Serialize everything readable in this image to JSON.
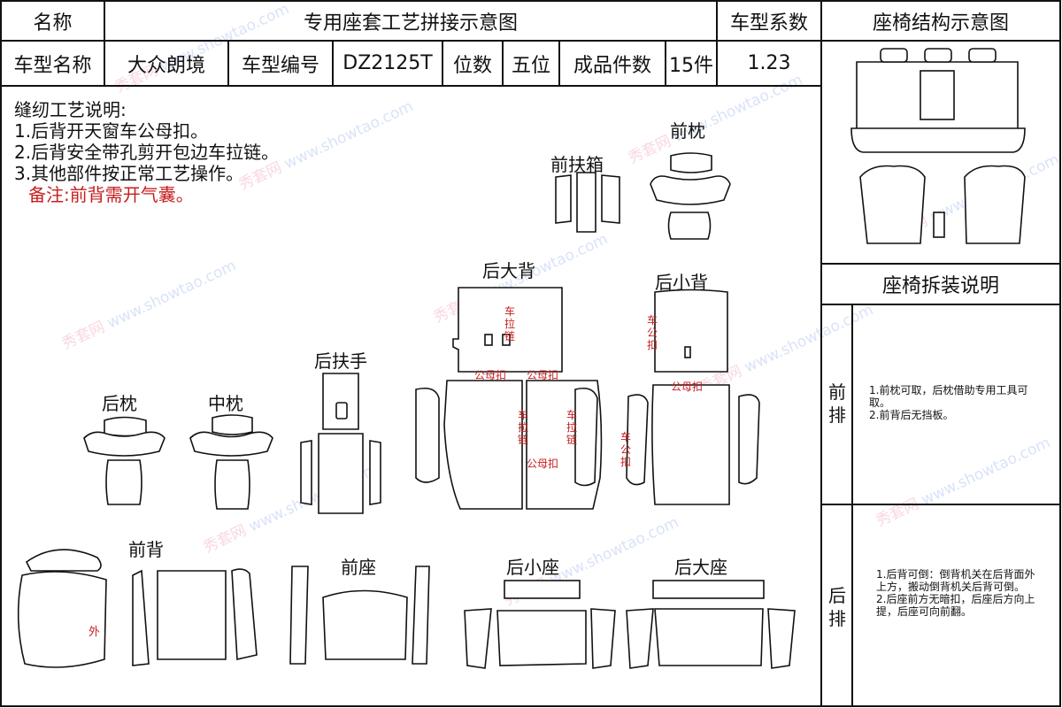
{
  "header": {
    "name_label": "名称",
    "doc_title": "专用座套工艺拼接示意图",
    "coef_label": "车型系数",
    "structure_title": "座椅结构示意图"
  },
  "info_row": {
    "model_name_label": "车型名称",
    "model_name_value": "大众朗境",
    "model_code_label": "车型编号",
    "model_code_value": "DZ2125T",
    "seats_label": "位数",
    "seats_value": "五位",
    "pieces_label": "成品件数",
    "pieces_value": "15件",
    "coef_value": "1.23"
  },
  "instructions": {
    "title": "缝纫工艺说明:",
    "items": [
      "1.后背开天窗车公母扣。",
      "2.后背安全带孔剪开包边车拉链。",
      "3.其他部件按正常工艺操作。"
    ],
    "note": "备注:前背需开气囊。"
  },
  "parts": {
    "front_armrest_box": "前扶箱",
    "front_headrest": "前枕",
    "rear_big_back": "后大背",
    "rear_small_back": "后小背",
    "rear_armrest": "后扶手",
    "rear_headrest": "后枕",
    "middle_headrest": "中枕",
    "front_back": "前背",
    "front_seat": "前座",
    "rear_small_seat": "后小座",
    "rear_big_seat": "后大座"
  },
  "annotations": {
    "zipper": "车拉链",
    "snap": "公母扣",
    "zipper_snap": "车公扣",
    "outer": "外"
  },
  "side_panel": {
    "disassembly_title": "座椅拆装说明",
    "front_row_label": "前排",
    "front_row_text": "1.前枕可取，后枕借助专用工具可取。\n2.前背后无挡板。",
    "rear_row_label": "后排",
    "rear_row_text": "1.后背可倒：倒背机关在后背面外上方，搬动倒背机关后背可倒。\n2.后座前方无暗扣，后座后方向上提，后座可向前翻。"
  },
  "watermark": {
    "brand": "秀套网",
    "url": "www.showtao.com"
  },
  "colors": {
    "line": "#111111",
    "annotation_red": "#c62020",
    "watermark_blue": "#7896e6",
    "watermark_pink": "#e66e96"
  }
}
